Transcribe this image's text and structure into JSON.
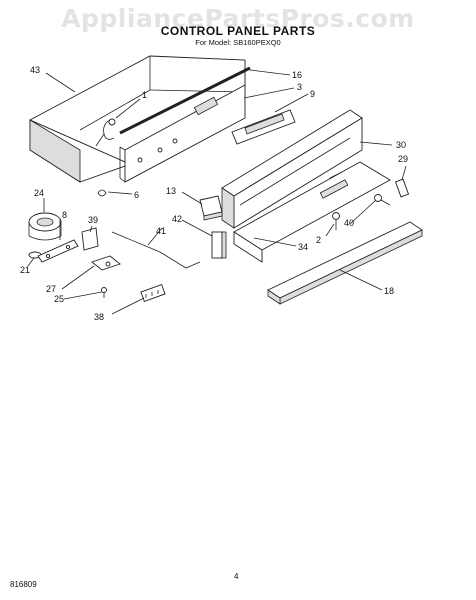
{
  "watermark": "AppliancePartsPros.com",
  "title": "CONTROL PANEL PARTS",
  "model": "For Model: SB160PEXQ0",
  "footer_left": "816809",
  "footer_page": "4",
  "callouts": [
    "43",
    "1",
    "16",
    "3",
    "9",
    "30",
    "29",
    "24",
    "6",
    "8",
    "39",
    "13",
    "42",
    "41",
    "40",
    "2",
    "34",
    "21",
    "27",
    "25",
    "38",
    "18"
  ]
}
